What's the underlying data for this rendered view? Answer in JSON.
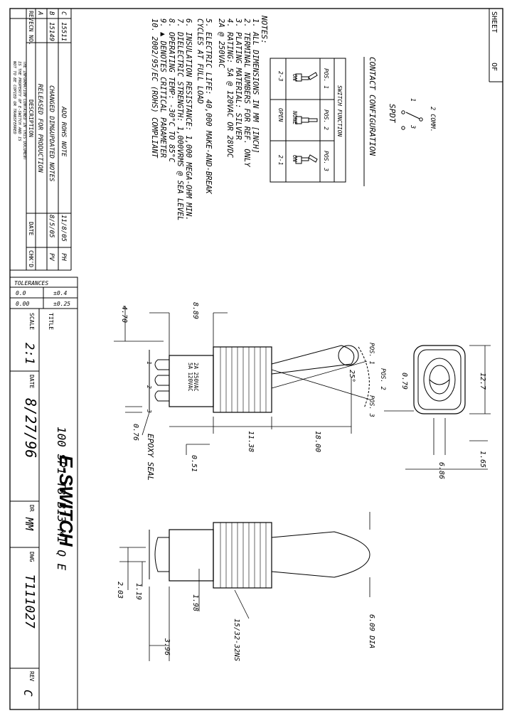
{
  "sheet": {
    "label": "SHEET",
    "of": "OF"
  },
  "revisions": {
    "header": {
      "rev": "REV",
      "ecn": "ECN NO.",
      "description": "DESCRIPTION",
      "date": "DATE",
      "chkd": "CHK'D"
    },
    "rows": [
      {
        "rev": "C",
        "ecn": "15511",
        "description": "ADD ROHS NOTE",
        "date": "11/8/05",
        "chkd": "PH"
      },
      {
        "rev": "B",
        "ecn": "15149",
        "description": "CHANGED DIM&UPDATED NOTES",
        "date": "8/5/05",
        "chkd": "PV"
      },
      {
        "rev": "A",
        "ecn": "",
        "description": "RELEASED FOR PRODUCTION",
        "date": "",
        "chkd": ""
      }
    ],
    "disclaimer": [
      "THE INFORMATION CONTAINED IN THIS DOCUMENT",
      "IS THE PROPERTY OF E-SWITCH AND IS",
      "NOT TO BE COPIED OR TRANSFERRED"
    ]
  },
  "tolerances": {
    "title": "TOLERANCES",
    "rows": [
      {
        "format": "0.0",
        "value": "±0.4"
      },
      {
        "format": "0.00",
        "value": "±0.25"
      }
    ]
  },
  "title_block": {
    "title_label": "TITLE",
    "title": "100  SP1  T8  B13  M1  Q  E",
    "brand": "E-SWITCH",
    "scale_label": "SCALE",
    "scale": "2:1",
    "date_label": "DATE",
    "date": "8/27/96",
    "dr_label": "DR",
    "dr": "MM",
    "dwg_label": "DWG",
    "dwg": "T111027",
    "rev_label": "REV",
    "rev": "C"
  },
  "notes": {
    "heading": "NOTES:",
    "lines": [
      "1.  ALL DIMENSIONS IN MM [INCH]",
      "2.  TERMINAL NUMBERS FOR REF. ONLY",
      "3.  PLATING MATERIAL: SILVER",
      "4.  RATING:  5A @ 120VAC OR 28VDC",
      "           2A @ 250VAC",
      "5.  ELECTRIC LIFE: 40,000 MAKE-AND-BREAK",
      "      CYCLES AT FULL LOAD",
      "6.  INSULATION RESISTANCE: 1,000 MEGA-OHM MIN.",
      "7.  DIELECTRIC STRENGTH: 1,000VRMS @ SEA LEVEL",
      "8.  OPERATING TEMP: -30°C TO 85°C",
      "9.  ▲ DENOTES CRITICAL PARAMETER",
      "10. 2002/95/EC (ROHS) COMPLIANT"
    ]
  },
  "contact_config": {
    "title": "CONTACT CONFIGURATION",
    "schematic_label": "SPDT",
    "terminals": {
      "comm": "2 COMM.",
      "t1": "1",
      "t3": "3"
    },
    "switch_function_label": "SWITCH FUNCTION",
    "positions": [
      "POS. 1",
      "POS. 2",
      "POS. 3"
    ],
    "states": [
      "2-3",
      "OPEN",
      "2-1"
    ],
    "on_none": [
      "ON",
      "NONE",
      "ON"
    ]
  },
  "dimensions": {
    "d12_7": "12.7",
    "d0_79": "0.79",
    "d1_65": "1.65",
    "d6_86": "6.86",
    "d18_00": "18.00",
    "d11_38": "11.38",
    "d0_51": "0.51",
    "d8_89": "8.89",
    "d4_70": "4.70",
    "d0_76": "0.76",
    "angle": "25°",
    "d6_09": "6.09 DIA",
    "thread": "15/32-32NS",
    "d1_98": "1.98",
    "d1_19": "1.19",
    "d2_03": "2.03",
    "d3_96": "3.96",
    "epoxy": "EPOXY SEAL",
    "pos1": "POS. 1",
    "pos2": "POS. 2",
    "pos3": "POS. 3",
    "body_text": [
      "2A  250VAC",
      "5A  120VAC"
    ],
    "pins": [
      "1",
      "2",
      "3"
    ]
  }
}
